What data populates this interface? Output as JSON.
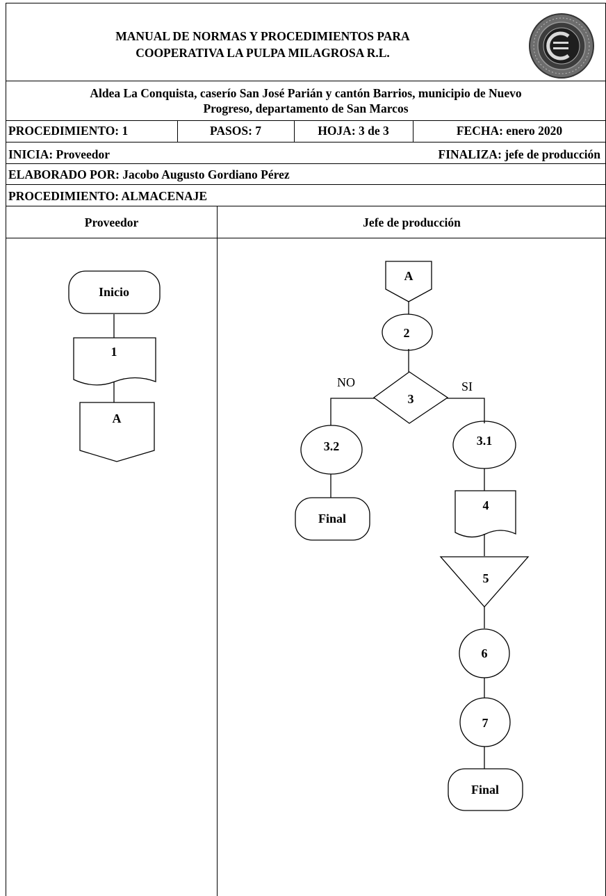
{
  "header": {
    "title_line1": "MANUAL DE NORMAS Y PROCEDIMIENTOS PARA",
    "title_line2": "COOPERATIVA LA PULPA MILAGROSA R.L.",
    "location_line1": "Aldea La Conquista, caserío San José Parián y  cantón Barrios, municipio de Nuevo",
    "location_line2": "Progreso, departamento de San Marcos",
    "procedimiento_num": "PROCEDIMIENTO: 1",
    "pasos": "PASOS: 7",
    "hoja": "HOJA: 3 de 3",
    "fecha": "FECHA: enero 2020",
    "inicia": "INICIA: Proveedor",
    "finaliza": "FINALIZA: jefe de producción",
    "elaborado": "ELABORADO POR:   Jacobo Augusto Gordiano Pérez",
    "procedimiento_nombre": "PROCEDIMIENTO:  ALMACENAJE"
  },
  "lanes": {
    "left": "Proveedor",
    "right": "Jefe de producción"
  },
  "flow": {
    "inicio": "Inicio",
    "step1": "1",
    "connector_left": "A",
    "connector_right": "A",
    "step2": "2",
    "step3": "3",
    "no_label": "NO",
    "si_label": "SI",
    "step3_2": "3.2",
    "step3_1": "3.1",
    "final_left": "Final",
    "step4": "4",
    "step5": "5",
    "step6": "6",
    "step7": "7",
    "final_right": "Final"
  }
}
